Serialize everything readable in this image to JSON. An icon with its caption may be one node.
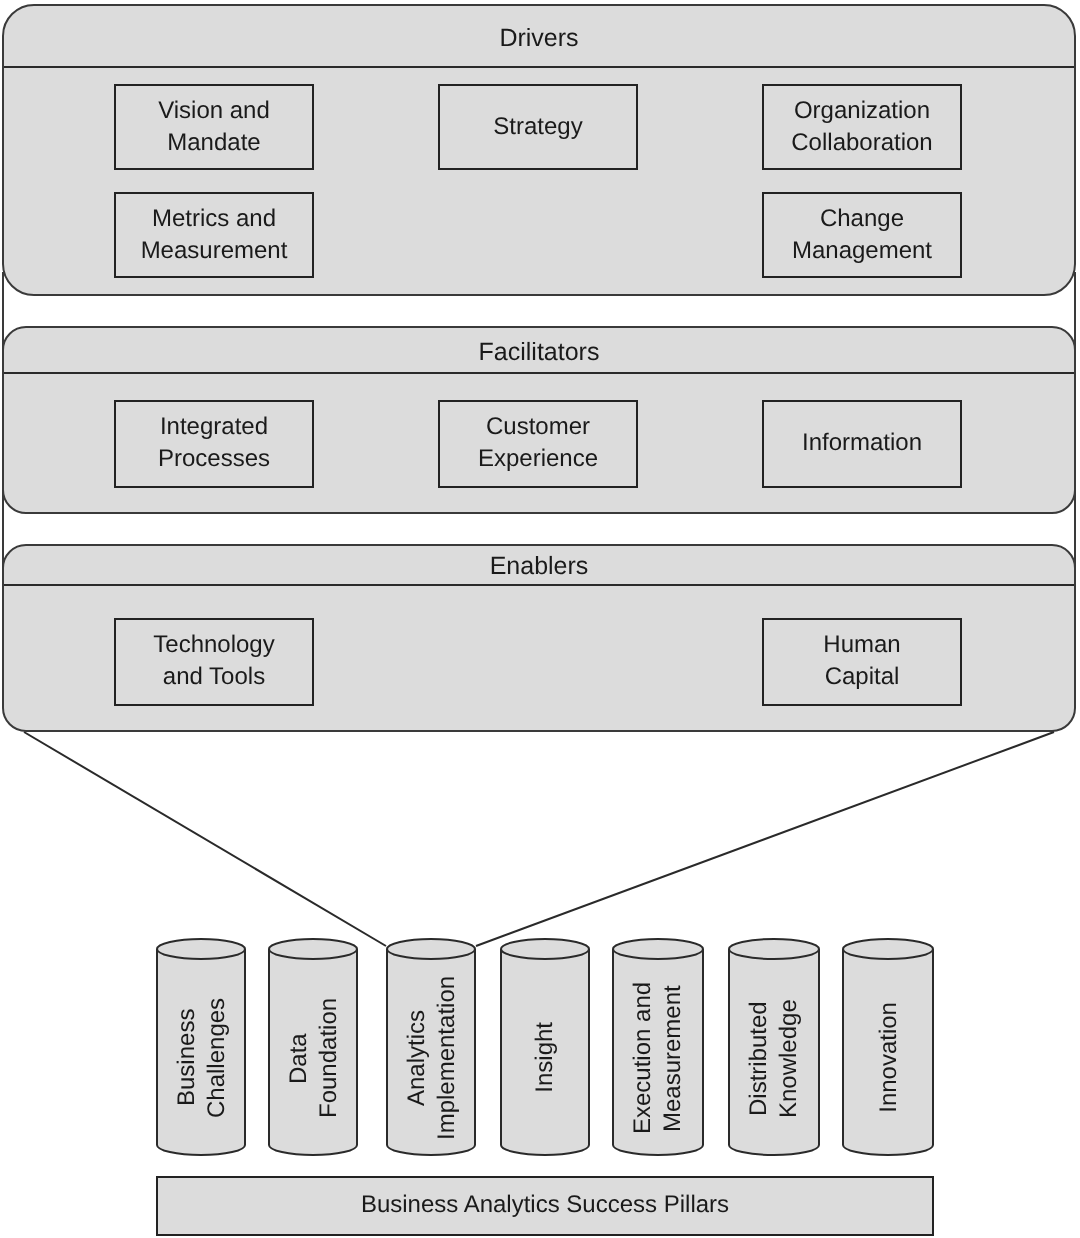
{
  "diagram": {
    "nodes": [
      {
        "text": [
          "Drivers"
        ]
      },
      {
        "text": [
          "Vision and Mandate"
        ],
        "in": 0
      },
      {
        "text": [
          "Strategy"
        ],
        "in": 0
      },
      {
        "text": [
          "Organization Collaboration"
        ],
        "in": 0
      },
      {
        "text": [
          "Metrics and Measurement"
        ],
        "in": 0
      },
      {
        "text": [
          "Change Management"
        ],
        "in": 0
      },
      {
        "text": [
          "Facilitators"
        ]
      },
      {
        "text": [
          "Integrated Processes"
        ],
        "in": 6
      },
      {
        "text": [
          "Customer Experience"
        ],
        "in": 6
      },
      {
        "text": [
          "Information"
        ],
        "in": 6
      },
      {
        "text": [
          "Enablers"
        ]
      },
      {
        "text": [
          "Technology and Tools"
        ],
        "in": 10
      },
      {
        "text": [
          "Human Capital"
        ],
        "in": 10
      },
      {
        "text": [
          "Business Challenges"
        ]
      },
      {
        "text": [
          "Data Foundation"
        ]
      },
      {
        "text": [
          "Analytics Implementation"
        ]
      },
      {
        "text": [
          "Insight"
        ]
      },
      {
        "text": [
          "Execution and Measurement"
        ]
      },
      {
        "text": [
          "Distributed Knowledge"
        ]
      },
      {
        "text": [
          "Innovation"
        ]
      },
      {
        "text": [
          "Business Analytics Success Pillars"
        ]
      }
    ],
    "edges": [
      {
        "from": 10,
        "to": 15,
        "arrow": "none"
      },
      {
        "from": 10,
        "to": 15,
        "arrow": "none"
      }
    ]
  }
}
